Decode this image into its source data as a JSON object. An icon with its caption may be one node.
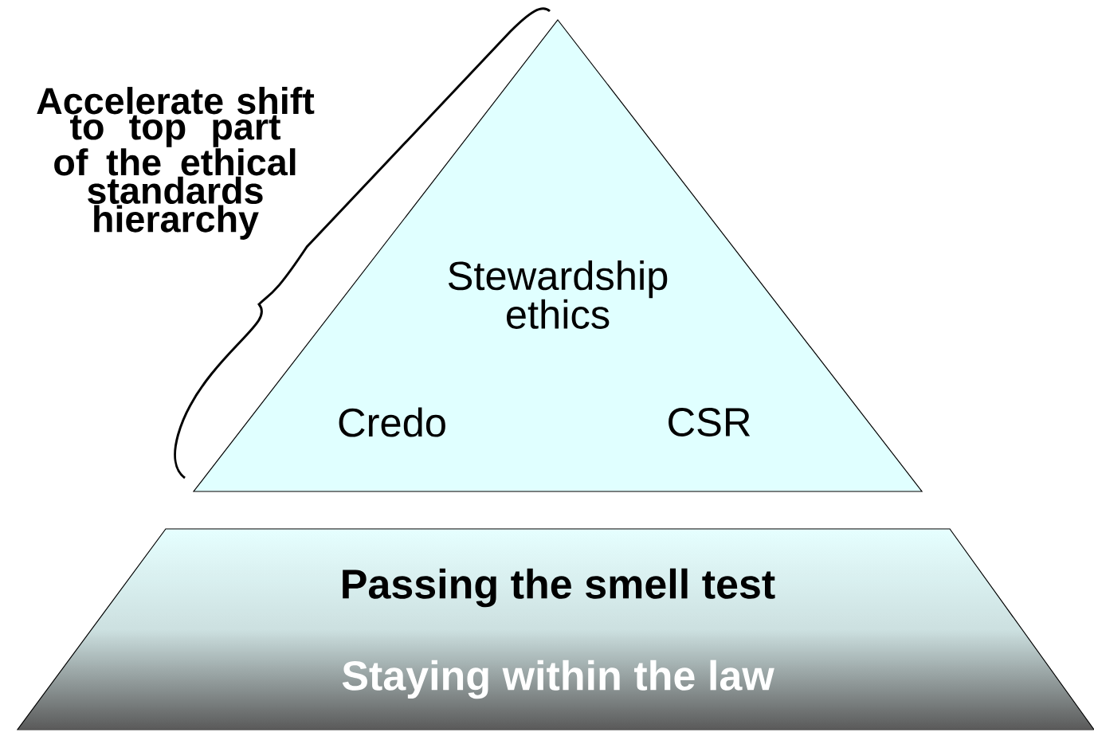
{
  "diagram": {
    "nodes": [
      {
        "text": [
          "Stewardship ethics",
          "Credo",
          "CSR"
        ]
      },
      {
        "text": [
          "Passing the smell test",
          "Staying within the law"
        ]
      }
    ],
    "labels": [
      "Accelerate shift to top part of the ethical standards hierarchy"
    ]
  }
}
